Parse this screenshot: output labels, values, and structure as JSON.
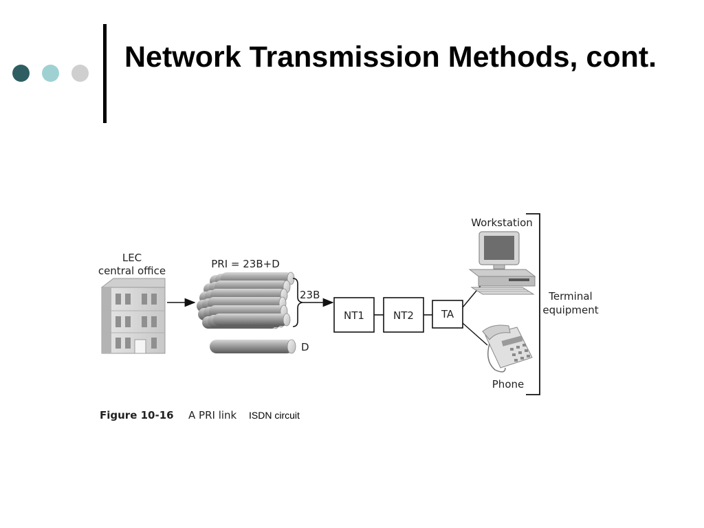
{
  "slide": {
    "title": "Network Transmission Methods, cont.",
    "bullet_colors": [
      "#2e5e62",
      "#9fd1d3",
      "#cfcfcf"
    ]
  },
  "diagram": {
    "lec_label": [
      "LEC",
      "central office"
    ],
    "pri_label": "PRI = 23B+D",
    "b_channels_label": "23B",
    "d_channel_label": "D",
    "nodes": [
      "NT1",
      "NT2",
      "TA"
    ],
    "workstation_label": "Workstation",
    "phone_label": "Phone",
    "terminal_label": [
      "Terminal",
      "equipment"
    ],
    "figure_number": "Figure 10-16",
    "figure_caption": "A PRI link",
    "caption_note": "ISDN circuit"
  }
}
